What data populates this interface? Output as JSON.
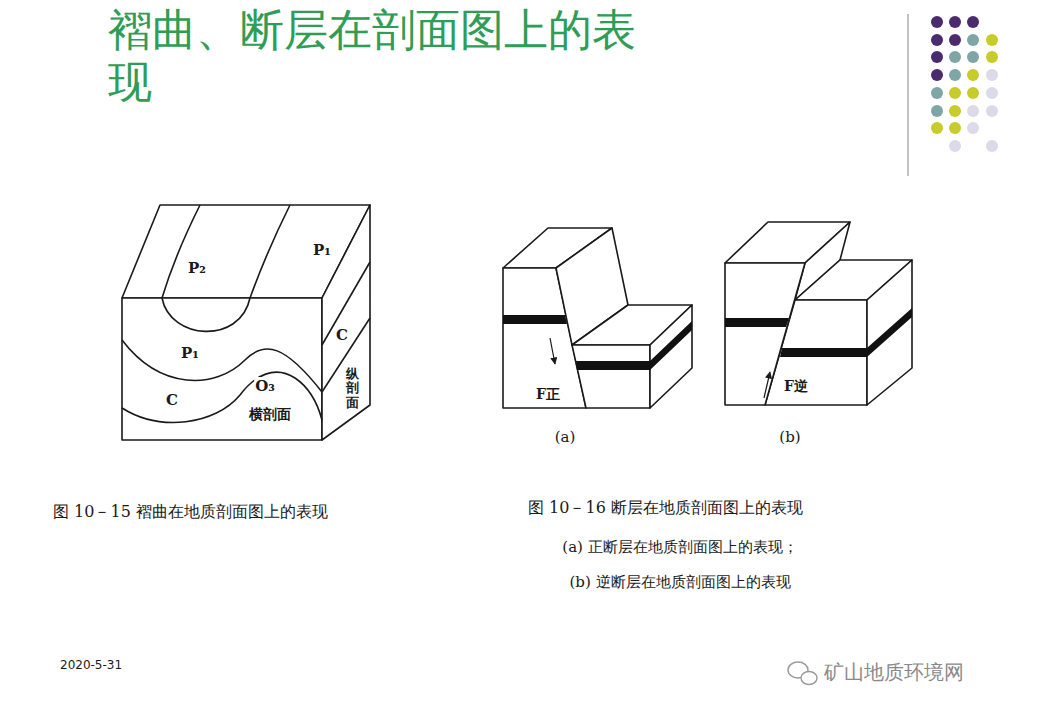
{
  "diagram": {
    "title": "褶曲、断层在剖面图上的表现",
    "labels": [
      "P₂",
      "P₁",
      "P₁",
      "C",
      "O₃",
      "C",
      "横剖面",
      "纵剖面",
      "F正",
      "F逆",
      "(a)",
      "(b)",
      "图 10－15 褶曲在地质剖面图上的表现",
      "图 10－16 断层在地质剖面图上的表现",
      "(a) 正断层在地质剖面图上的表现；",
      "(b) 逆断层在地质剖面图上的表现",
      "2020-5-31",
      "矿山地质环境网"
    ]
  }
}
